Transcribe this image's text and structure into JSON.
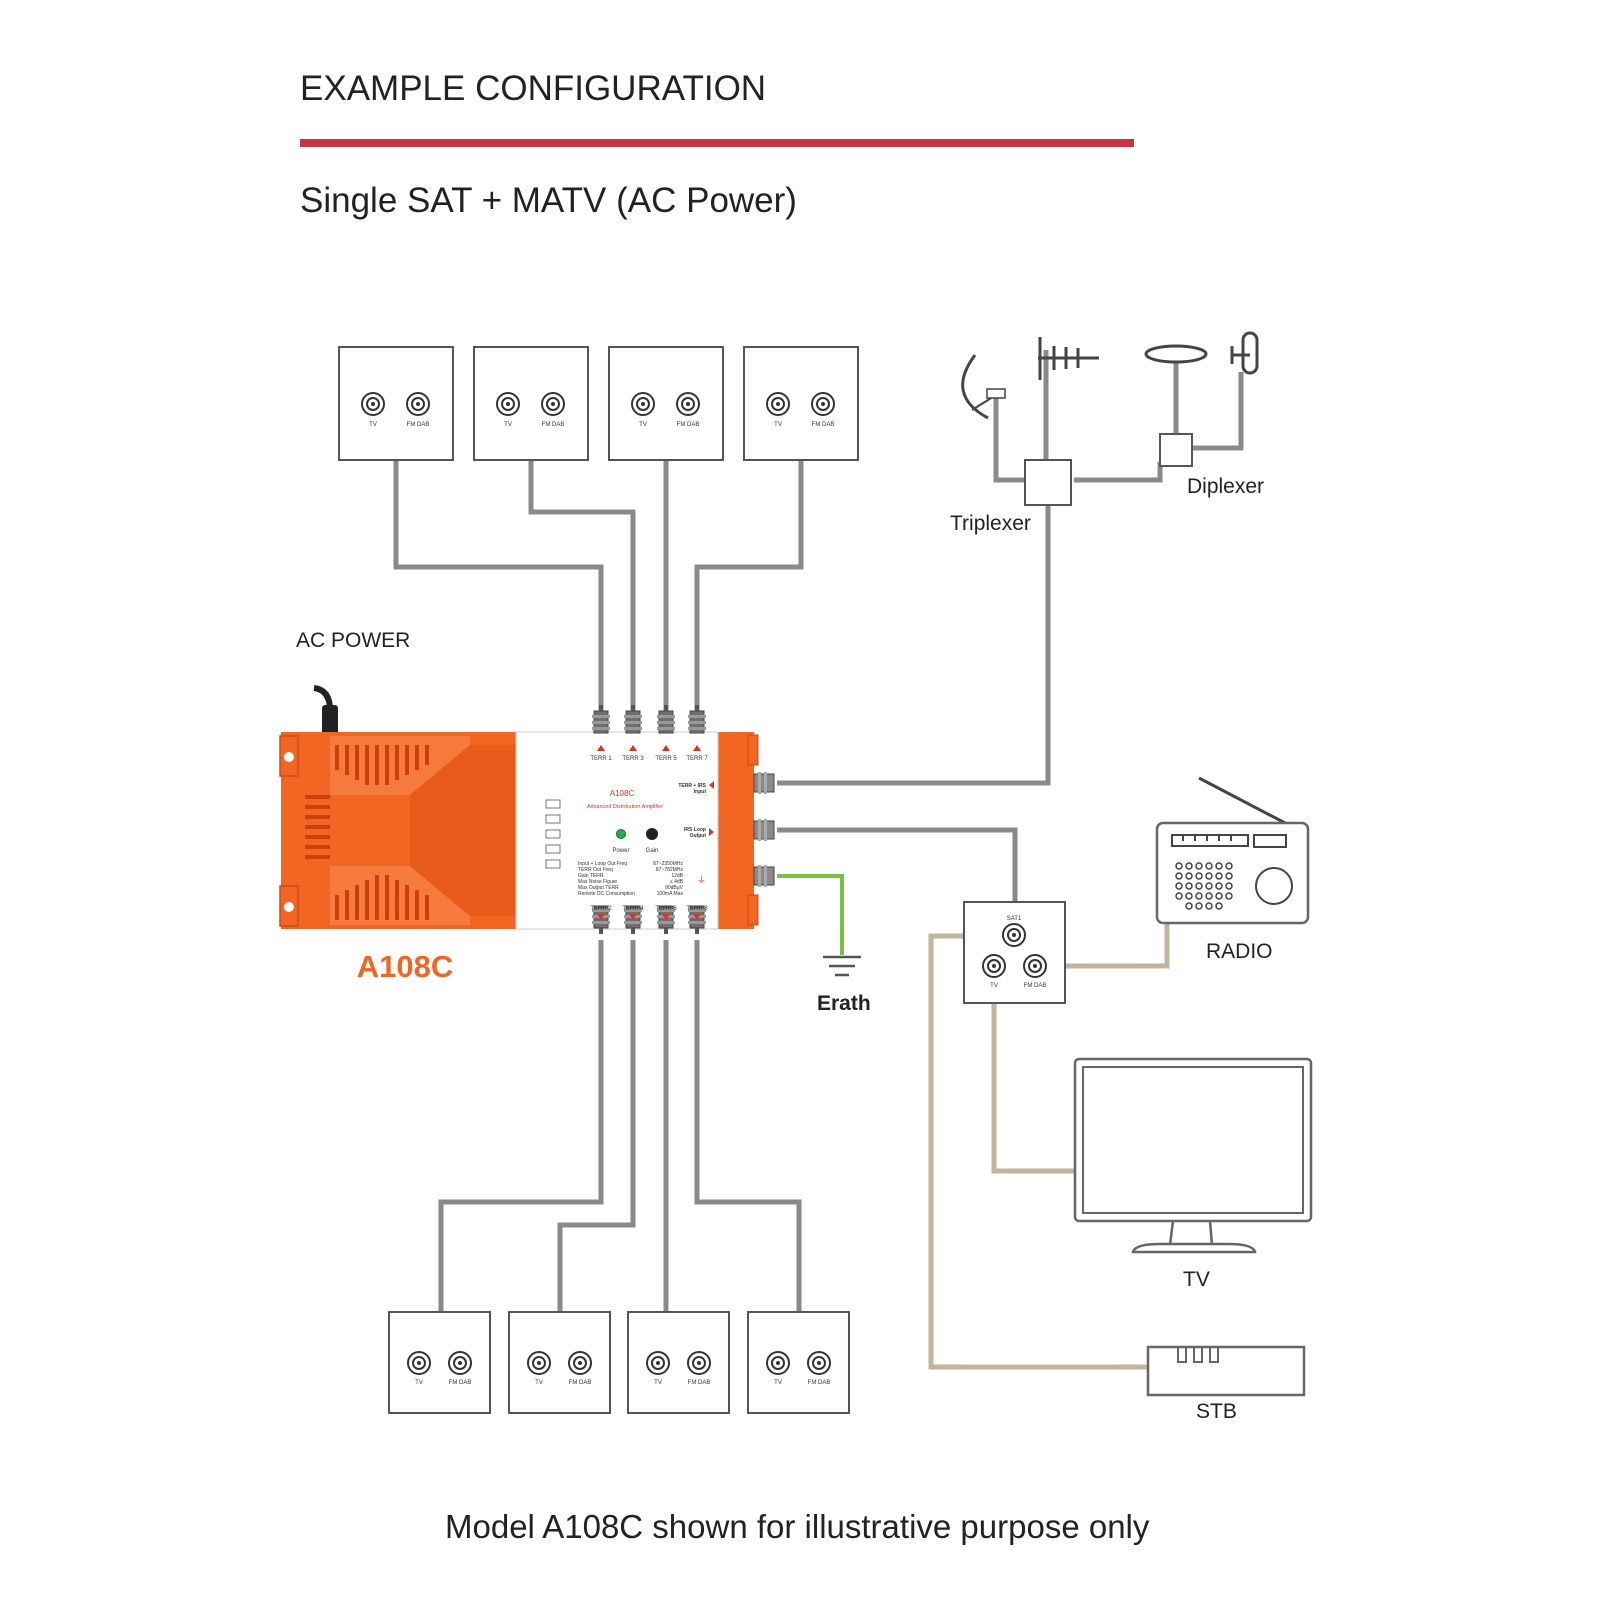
{
  "header": {
    "title": "EXAMPLE CONFIGURATION",
    "subtitle": "Single SAT + MATV (AC Power)",
    "accent_color": "#cc3340"
  },
  "labels": {
    "ac_power": "AC POWER",
    "model": "A108C",
    "triplexer": "Triplexer",
    "diplexer": "Diplexer",
    "radio": "RADIO",
    "tv": "TV",
    "stb": "STB",
    "earth": "Erath"
  },
  "wall_plate": {
    "tv_label": "TV",
    "fm_label": "FM DAB",
    "sat_label": "SAT1"
  },
  "amplifier": {
    "model": "A108C",
    "description": "Advanced Distribution Amplifier",
    "power_label": "Power",
    "gain_label": "Gain",
    "top_ports": [
      "TERR 1",
      "TERR 3",
      "TERR 5",
      "TERR 7"
    ],
    "bottom_ports": [
      "TERR 2",
      "TERR 4",
      "TERR 6",
      "TERR 8"
    ],
    "input_label_1": "TERR + IRS",
    "input_label_2": "Input",
    "output_label_1": "IRS Loop",
    "output_label_2": "Output",
    "spec_names": [
      "Input + Loop Out Freq",
      "TERR Out Freq",
      "Gain TERR",
      "Max Noise Figure",
      "Max Output TERR",
      "Remote DC Consumption"
    ],
    "spec_values": [
      "87~2350MHz",
      "87~782MHz",
      "12dB",
      "≤ 4dB",
      "90dBμV",
      "100mA Max"
    ],
    "body_color": "#f26522",
    "cert_icons": [
      "ce-mark-icon",
      "ce-icon",
      "earth-mark-icon",
      "hourglass-icon",
      "recycle-icon"
    ]
  },
  "footer": {
    "note": "Model A108C shown for illustrative purpose only"
  },
  "colors": {
    "cable_grey": "#8a8a8a",
    "cable_tan": "#c2b59e",
    "earth_green": "#7ac143",
    "model_orange": "#f26522"
  }
}
